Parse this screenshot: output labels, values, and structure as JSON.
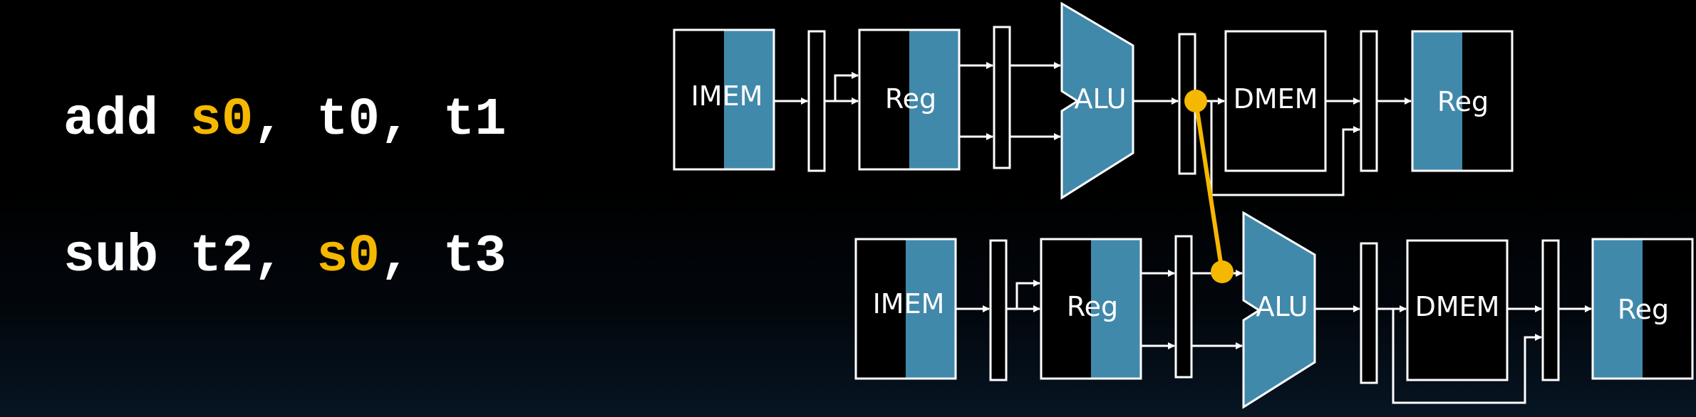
{
  "instructions": [
    {
      "parts": [
        {
          "text": "add ",
          "highlight": false
        },
        {
          "text": "s0",
          "highlight": true
        },
        {
          "text": ", t0, t1",
          "highlight": false
        }
      ]
    },
    {
      "parts": [
        {
          "text": "sub t2, ",
          "highlight": false
        },
        {
          "text": "s0",
          "highlight": true
        },
        {
          "text": ", t3",
          "highlight": false
        }
      ]
    }
  ],
  "pipeline": {
    "imem_label": "IMEM",
    "reg_label": "Reg",
    "alu_label": "ALU",
    "dmem_label": "DMEM",
    "writeback_label": "Reg"
  },
  "colors": {
    "background": "#000000",
    "text": "#ffffff",
    "highlight": "#f5b800",
    "unit_fill": "#4189ab",
    "stroke": "#ffffff",
    "forward_path": "#f5b800"
  }
}
